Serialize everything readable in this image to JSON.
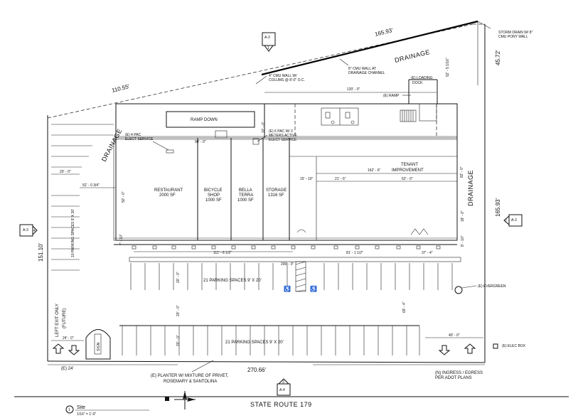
{
  "boundary": {
    "north_west": "110.55'",
    "north_east": "165.93'",
    "east_top": "45.72'",
    "east_main": "165.93'",
    "west": "151.10'",
    "south": "270.66'"
  },
  "walls": {
    "cmu_wall": "4\" CMU WALL W/",
    "cmu_wall_2": "COLUMS @ 8'-0\" O.C.",
    "drainage_wall": "8\" CMU WALL AT",
    "drainage_wall_2": "DRAINAGE CHANNEL",
    "storm_drain": "STORM DRAIN W/ 8\"",
    "storm_drain_2": "CMU PONY WALL"
  },
  "drainage": {
    "north": "DRAINAGE",
    "west": "DRAINAGE",
    "east": "DRAINAGE"
  },
  "callouts": {
    "loading_dock": "(E) LOADING",
    "loading_dock_2": "DOCK",
    "ramp": "(E) RAMP",
    "ramp_down": "RAMP DOWN",
    "elect_service": "(E) 4 PAC",
    "elect_service_2": "ELECT SERVICE",
    "meters": "(E) 6 PAC W/ 2",
    "meters_2": "METERS ACTIVE",
    "meters_3": "ELECT SERVICE",
    "evergreen": "(E) EVERGREEN",
    "elec_box": "(E) ELEC BOX",
    "ingress": "(N) INGRESS / EGRESS",
    "ingress_2": "PER ADOT PLANS",
    "planter": "(E) PLANTER W/ MIXTURE OF PRIVET,",
    "planter_2": "ROSEMARY & SANTOLINA",
    "existing_24": "(E) 24'",
    "left_exit": "LEFT EXIT ONLY",
    "left_exit_2": "(FUTURE)",
    "sign": "SIGN"
  },
  "tenants": [
    {
      "name": "RESTAURANT",
      "area": "2000 SF"
    },
    {
      "name": "BICYCLE",
      "name2": "SHOP",
      "area": "1000 SF"
    },
    {
      "name": "BELLA",
      "name2": "TERRA",
      "area": "1000 SF"
    },
    {
      "name": "STORAGE",
      "area": "1316 SF"
    },
    {
      "name": "TENANT",
      "name2": "IMPROVEMENT"
    }
  ],
  "parking": {
    "west_row": "10 PARKING SPACES 9' X 20'",
    "middle_row": "21 PARKING SPACES 9' X 20'",
    "south_row": "21 PARKING SPACES 9' X 20'"
  },
  "dimensions": {
    "d120": "120' - 0\"",
    "d90": "90' - 0\"",
    "d32": "32' - 0\"",
    "d20": "20' - 0\"",
    "d52": "52' - 0 3/4\"",
    "d50": "50' - 0\"",
    "d7_10": "7' - 10\"",
    "d111": "111' - 6 1/2\"",
    "d15_10": "15' - 10\"",
    "d21_6": "21' - 6\"",
    "d162": "162' - 6\"",
    "d62": "62' - 0\"",
    "d82": "82' - 0\"",
    "d18": "18' - 0\"",
    "d81": "81' - 1 1/2\"",
    "d37_4": "37' - 4\"",
    "d8_10": "8' - 10\"",
    "d200": "200' - 0\"",
    "d20a": "20' - 0\"",
    "d20b": "20' - 0\"",
    "d20c": "20' - 0\"",
    "d24": "24' - 0\"",
    "d40": "40' - 0\"",
    "d69_4": "69' - 4\"",
    "d52_5": "52' - 5 1/16\""
  },
  "section_markers": {
    "north": {
      "top": "A-3",
      "bottom": "1"
    },
    "west": {
      "top": "A-3",
      "bottom": "4"
    },
    "east": {
      "top": "A-3",
      "bottom": "2"
    },
    "south": {
      "top": "A-4",
      "bottom": "3"
    }
  },
  "street": "STATE ROUTE 179",
  "title_block": {
    "number": "1",
    "title": "Site",
    "scale": "1/16\" = 1'-0\""
  }
}
